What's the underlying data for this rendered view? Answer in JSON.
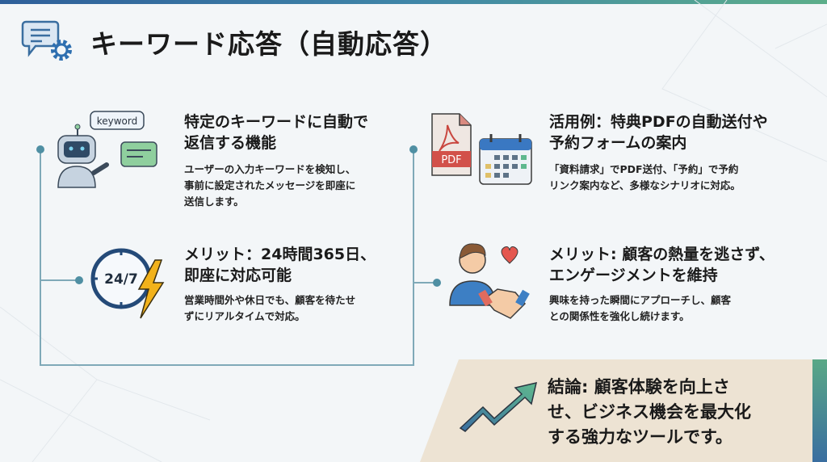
{
  "title": "キーワード応答（自動応答）",
  "items": [
    {
      "heading": [
        "特定のキーワードに自動で",
        "返信する機能"
      ],
      "body": [
        "ユーザーの入力キーワードを検知し、",
        "事前に設定されたメッセージを即座に",
        "送信します。"
      ],
      "icon_label": "keyword"
    },
    {
      "heading": [
        "メリット：24時間365日、",
        "即座に対応可能"
      ],
      "body": [
        "営業時間外や休日でも、顧客を待たせ",
        "ずにリアルタイムで対応。"
      ],
      "icon_label": "24/7"
    },
    {
      "heading": [
        "活用例：特典PDFの自動送付や",
        "予約フォームの案内"
      ],
      "body": [
        "「資料請求」でPDF送付、「予約」で予約",
        "リンク案内など、多様なシナリオに対応。"
      ],
      "icon_label": "PDF"
    },
    {
      "heading": [
        "メリット: 顧客の熱量を逃さず、",
        "エンゲージメントを維持"
      ],
      "body": [
        "興味を持った瞬間にアプローチし、顧客",
        "との関係性を強化し続けます。"
      ]
    }
  ],
  "conclusion": [
    "結論: 顧客体験を向上さ",
    "せ、ビジネス機会を最大化",
    "する強力なツールです。"
  ],
  "colors": {
    "line": "#7fa9b8",
    "dot": "#4f8fa3",
    "conclusion_bg": "#ede3d3"
  }
}
